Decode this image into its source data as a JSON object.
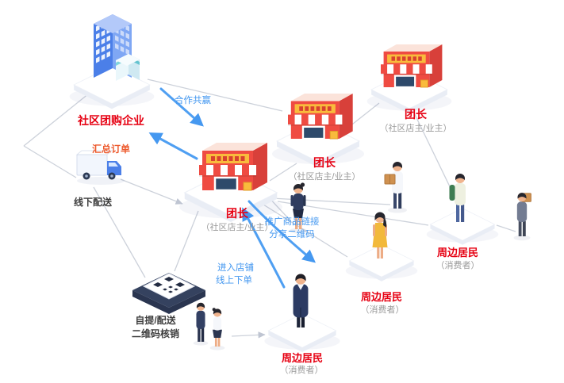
{
  "nodes": {
    "enterprise": {
      "label": "社区团购企业"
    },
    "delivery": {
      "label": "线下配送"
    },
    "leader_center": {
      "label": "团长",
      "sub": "（社区店主/业主）"
    },
    "leader_mid": {
      "label": "团长",
      "sub": "（社区店主/业主）"
    },
    "leader_right": {
      "label": "团长",
      "sub": "（社区店主/业主）"
    },
    "resident_right": {
      "label": "周边居民",
      "sub": "（消费者）"
    },
    "resident_mid": {
      "label": "周边居民",
      "sub": "（消费者）"
    },
    "resident_bottom": {
      "label": "周边居民",
      "sub": "（消费者）"
    },
    "pickup": {
      "line1": "自提/配送",
      "line2": "二维码核销"
    }
  },
  "edges": {
    "cooperate": "合作共赢",
    "orders": "汇总订单",
    "promote_line1": "推广商品链接",
    "promote_line2": "分享二维码",
    "enter_line1": "进入店铺",
    "enter_line2": "线上下单"
  },
  "colors": {
    "node_red": "#e60012",
    "edge_blue": "#4598f0",
    "edge_orange": "#ed5a2d",
    "sub_gray": "#999999",
    "dark_text": "#3d3d3d",
    "shop_red": "#ef4b42",
    "building_blue": "#4b7fe8"
  }
}
